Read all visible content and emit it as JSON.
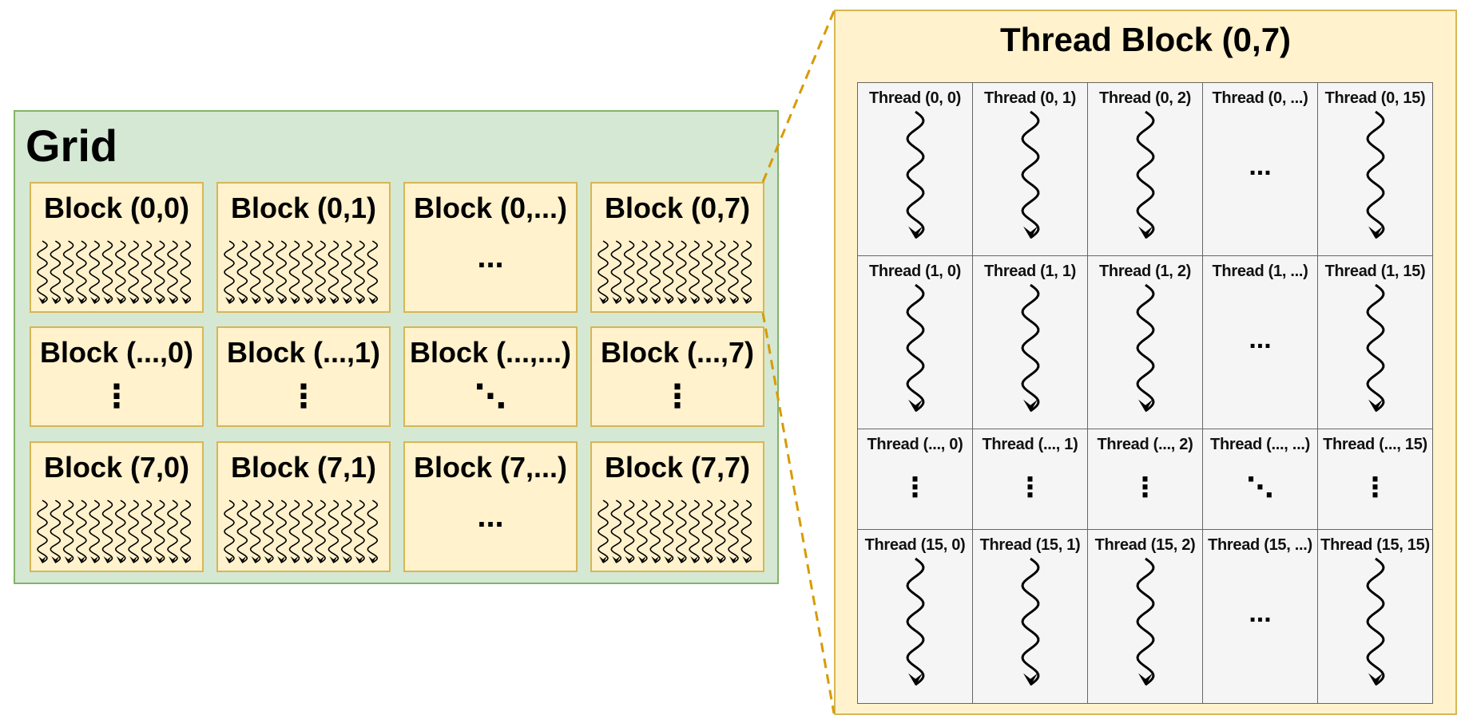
{
  "grid": {
    "title": "Grid",
    "blocks": [
      [
        {
          "label": "Block (0,0)",
          "content": "threads"
        },
        {
          "label": "Block (0,1)",
          "content": "threads"
        },
        {
          "label": "Block (0,...)",
          "content": "ellipsis",
          "symbol": "..."
        },
        {
          "label": "Block (0,7)",
          "content": "threads"
        }
      ],
      [
        {
          "label": "Block (...,0)",
          "content": "vdots",
          "symbol": "⋮"
        },
        {
          "label": "Block (...,1)",
          "content": "vdots",
          "symbol": "⋮"
        },
        {
          "label": "Block (...,...)",
          "content": "ddots",
          "symbol": "⋱"
        },
        {
          "label": "Block (...,7)",
          "content": "vdots",
          "symbol": "⋮"
        }
      ],
      [
        {
          "label": "Block (7,0)",
          "content": "threads"
        },
        {
          "label": "Block (7,1)",
          "content": "threads"
        },
        {
          "label": "Block (7,...)",
          "content": "ellipsis",
          "symbol": "..."
        },
        {
          "label": "Block (7,7)",
          "content": "threads"
        }
      ]
    ]
  },
  "thread_block": {
    "title": "Thread Block (0,7)",
    "threads": [
      [
        {
          "label": "Thread (0, 0)",
          "content": "arrow"
        },
        {
          "label": "Thread (0, 1)",
          "content": "arrow"
        },
        {
          "label": "Thread (0, 2)",
          "content": "arrow"
        },
        {
          "label": "Thread (0, ...)",
          "content": "ellipsis",
          "symbol": "..."
        },
        {
          "label": "Thread (0, 15)",
          "content": "arrow"
        }
      ],
      [
        {
          "label": "Thread (1, 0)",
          "content": "arrow"
        },
        {
          "label": "Thread (1, 1)",
          "content": "arrow"
        },
        {
          "label": "Thread (1, 2)",
          "content": "arrow"
        },
        {
          "label": "Thread (1, ...)",
          "content": "ellipsis",
          "symbol": "..."
        },
        {
          "label": "Thread (1, 15)",
          "content": "arrow"
        }
      ],
      [
        {
          "label": "Thread (..., 0)",
          "content": "vdots",
          "symbol": "⋮"
        },
        {
          "label": "Thread (..., 1)",
          "content": "vdots",
          "symbol": "⋮"
        },
        {
          "label": "Thread (..., 2)",
          "content": "vdots",
          "symbol": "⋮"
        },
        {
          "label": "Thread (..., ...)",
          "content": "ddots",
          "symbol": "⋱"
        },
        {
          "label": "Thread (..., 15)",
          "content": "vdots",
          "symbol": "⋮"
        }
      ],
      [
        {
          "label": "Thread (15, 0)",
          "content": "arrow"
        },
        {
          "label": "Thread (15, 1)",
          "content": "arrow"
        },
        {
          "label": "Thread (15, 2)",
          "content": "arrow"
        },
        {
          "label": "Thread (15, ...)",
          "content": "ellipsis",
          "symbol": "..."
        },
        {
          "label": "Thread (15, 15)",
          "content": "arrow"
        }
      ]
    ]
  },
  "colors": {
    "grid_fill": "#d5e8d4",
    "grid_stroke": "#82b366",
    "block_fill": "#fff2cc",
    "block_stroke": "#d6b656",
    "cell_fill": "#f5f5f5",
    "cell_stroke": "#666666",
    "zoom_line": "#d79b00"
  }
}
